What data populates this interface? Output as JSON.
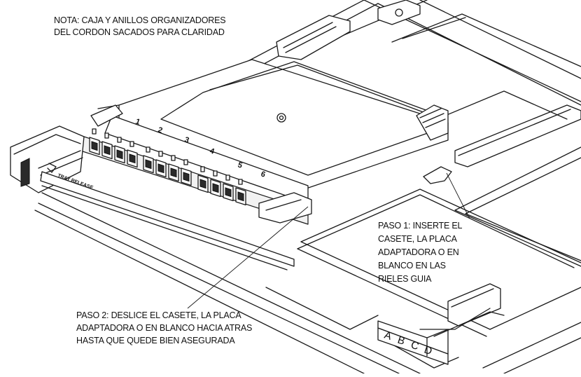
{
  "notes": {
    "top": [
      "NOTA: CAJA Y ANILLOS  ORGANIZADORES",
      "DEL CORDON SACADOS PARA CLARIDAD"
    ],
    "step1": [
      "PASO 1: INSERTE EL",
      "CASETE, LA PLACA",
      "ADAPTADORA O EN",
      "BLANCO EN LAS",
      "RIELES GUIA"
    ],
    "step2": [
      "PASO 2: DESLICE EL CASETE, LA PLACA",
      "ADAPTADORA O EN BLANCO HACIA ATRAS",
      "HASTA QUE QUEDE BIEN ASEGURADA"
    ]
  },
  "slot_numbers": [
    "1",
    "2",
    "3",
    "4",
    "5",
    "6"
  ],
  "tray_label": "TRAY RELEASE",
  "position_letters": [
    "A",
    "B",
    "C",
    "D"
  ]
}
